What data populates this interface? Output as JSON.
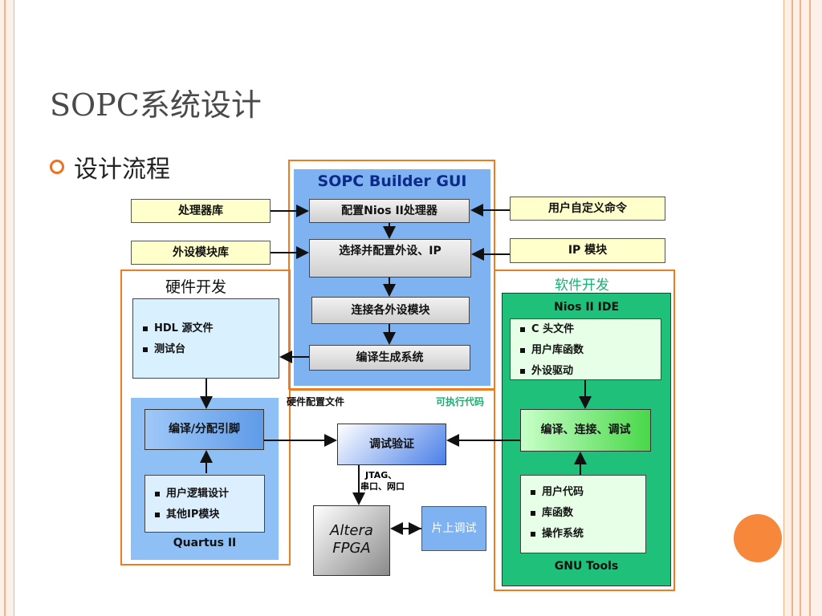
{
  "slide": {
    "title": "SOPC系统设计",
    "bullet": "设计流程"
  },
  "diagram": {
    "sopc_gui_title": "SOPC Builder GUI",
    "cfg_nios": "配置Nios II处理器",
    "select_periph": "选择并配置外设、IP",
    "connect": "连接各外设模块",
    "compile_gen": "编译生成系统",
    "proc_lib": "处理器库",
    "periph_lib": "外设模块库",
    "user_cmd": "用户自定义命令",
    "ip_module": "IP 模块",
    "hw_dev": "硬件开发",
    "sw_dev": "软件开发",
    "hdl_src": "HDL 源文件",
    "testbench": "测试台",
    "compile_pin": "编译/分配引脚",
    "user_logic": "用户逻辑设计",
    "other_ip": "其他IP模块",
    "quartus": "Quartus II",
    "hw_cfg_file": "硬件配置文件",
    "exe_code": "可执行代码",
    "debug_verify": "调试验证",
    "jtag": "JTAG、",
    "serial": "串口、网口",
    "altera": "Altera",
    "fpga": "FPGA",
    "onchip_debug": "片上调试",
    "nios_ide": "Nios II IDE",
    "c_header": "C 头文件",
    "user_lib_func": "用户库函数",
    "periph_driver": "外设驱动",
    "compile_link_debug": "编译、连接、调试",
    "user_code": "用户代码",
    "lib_func": "库函数",
    "os": "操作系统",
    "gnu_tools": "GNU Tools"
  },
  "colors": {
    "accent_orange": "#f07a20",
    "blue_panel": "#7fb2f0",
    "green_panel": "#1fc07a",
    "sw_text_green": "#18b070"
  }
}
